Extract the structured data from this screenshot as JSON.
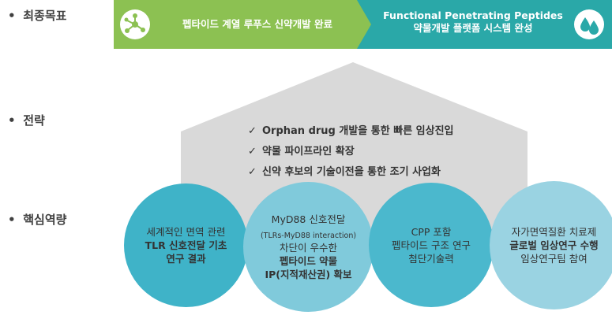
{
  "labels": {
    "goal": "최종목표",
    "strategy": "전략",
    "competency": "핵심역량",
    "bullet": "•"
  },
  "banner": {
    "left_text": "펩타이드 계열 루푸스 신약개발 완료",
    "right_line1": "Functional Penetrating Peptides",
    "right_line2": "약물개발 플랫폼 시스템 완성",
    "left_icon": "molecule-icon",
    "right_icon": "drops-icon",
    "colors": {
      "left": "#8cc152",
      "right": "#2aa8a8"
    }
  },
  "strategy": {
    "check": "✓",
    "items": [
      "Orphan drug 개발을 통한 빠른 임상진입",
      "약물 파이프라인 확장",
      "신약 후보의 기술이전을 통한 조기 사업화"
    ]
  },
  "circles": [
    {
      "line1": "세계적인 면역 관련",
      "line2": "TLR 신호전달 기초",
      "line3": "연구 결과"
    },
    {
      "line1": "MyD88 신호전달",
      "line2": "(TLRs-MyD88 interaction)",
      "line3": "차단이 우수한",
      "line4": "펩타이드 약물",
      "line5": "IP(지적재산권) 확보"
    },
    {
      "line1": "CPP 포함",
      "line2": "펩타이드 구조 연구",
      "line3": "첨단기술력"
    },
    {
      "line1": "자가면역질환 치료제",
      "line2": "글로벌 임상연구 수행",
      "line3": "임상연구팀 참여"
    }
  ]
}
